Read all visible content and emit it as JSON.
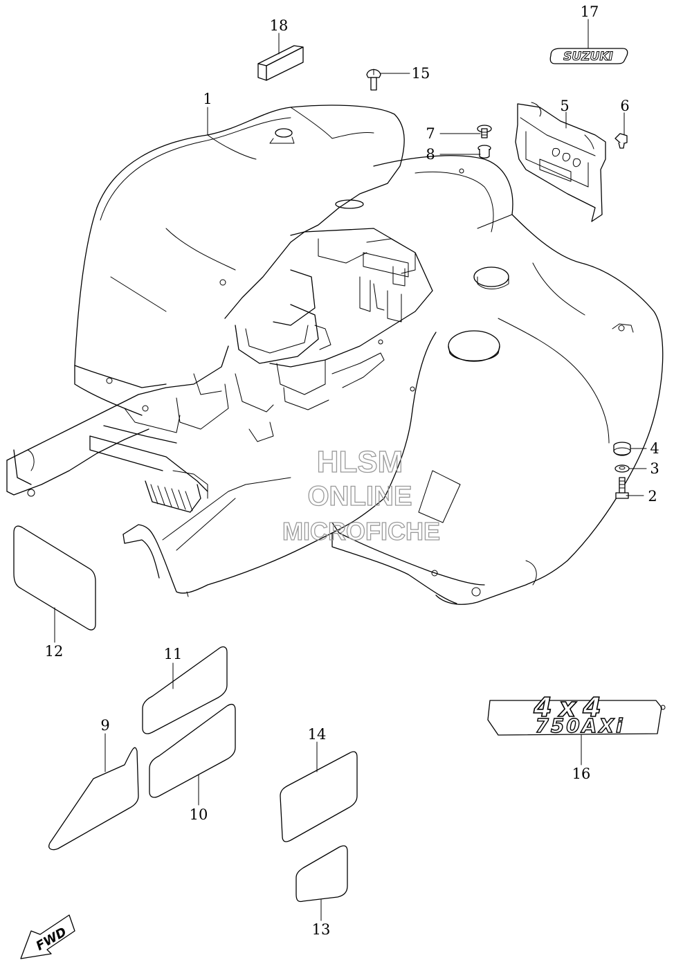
{
  "diagram": {
    "callouts": [
      {
        "id": "1",
        "label": "1"
      },
      {
        "id": "2",
        "label": "2"
      },
      {
        "id": "3",
        "label": "3"
      },
      {
        "id": "4",
        "label": "4"
      },
      {
        "id": "5",
        "label": "5"
      },
      {
        "id": "6",
        "label": "6"
      },
      {
        "id": "7",
        "label": "7"
      },
      {
        "id": "8",
        "label": "8"
      },
      {
        "id": "9",
        "label": "9"
      },
      {
        "id": "10",
        "label": "10"
      },
      {
        "id": "11",
        "label": "11"
      },
      {
        "id": "12",
        "label": "12"
      },
      {
        "id": "13",
        "label": "13"
      },
      {
        "id": "14",
        "label": "14"
      },
      {
        "id": "15",
        "label": "15"
      },
      {
        "id": "16",
        "label": "16"
      },
      {
        "id": "17",
        "label": "17"
      },
      {
        "id": "18",
        "label": "18"
      }
    ],
    "emblem_suzuki": "SUZUKI",
    "emblem_4x4": "4x4",
    "emblem_model": "750AXi",
    "fwd_label": "FWD",
    "watermark": {
      "line1": "HLSM",
      "line2": "ONLINE",
      "line3": "MICROFICHE"
    }
  }
}
